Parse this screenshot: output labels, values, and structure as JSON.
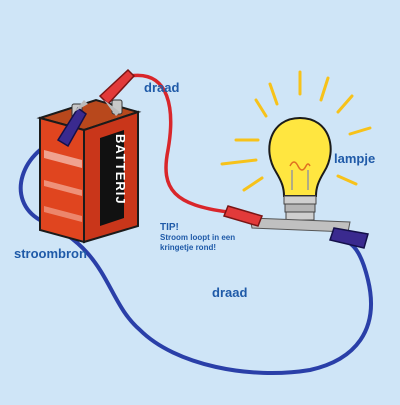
{
  "labels": {
    "wire_top": "draad",
    "lamp": "lampje",
    "power_source": "stroombron",
    "wire_bottom": "draad"
  },
  "battery": {
    "text": "BATTERIJ"
  },
  "tip": {
    "title": "TIP!",
    "body": "Stroom loopt in een kringetje rond!"
  },
  "colors": {
    "background": "#cfe5f7",
    "label_text": "#1f5aa8",
    "wire_red": "#d9262b",
    "wire_blue": "#2a3fa8",
    "battery_body": "#e0451f",
    "bulb": "#ffe640",
    "rays": "#f7c21a",
    "clip_red": "#e23a3a",
    "clip_blue": "#3a2a8f"
  }
}
